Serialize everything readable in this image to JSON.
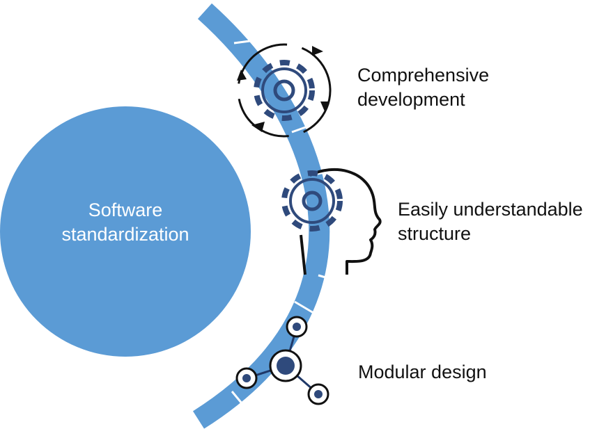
{
  "colors": {
    "primary_blue": "#5b9bd5",
    "icon_navy": "#2f4a7c",
    "icon_dot": "#1f3868",
    "ink": "#111111",
    "white": "#ffffff"
  },
  "center": {
    "title_line1": "Software",
    "title_line2": "standardization"
  },
  "items": [
    {
      "line1": "Comprehensive",
      "line2": "development",
      "icon": "gear-cycle-icon"
    },
    {
      "line1": "Easily understandable",
      "line2": "structure",
      "icon": "head-gear-icon"
    },
    {
      "line1": "Modular design",
      "icon": "network-nodes-icon"
    }
  ]
}
